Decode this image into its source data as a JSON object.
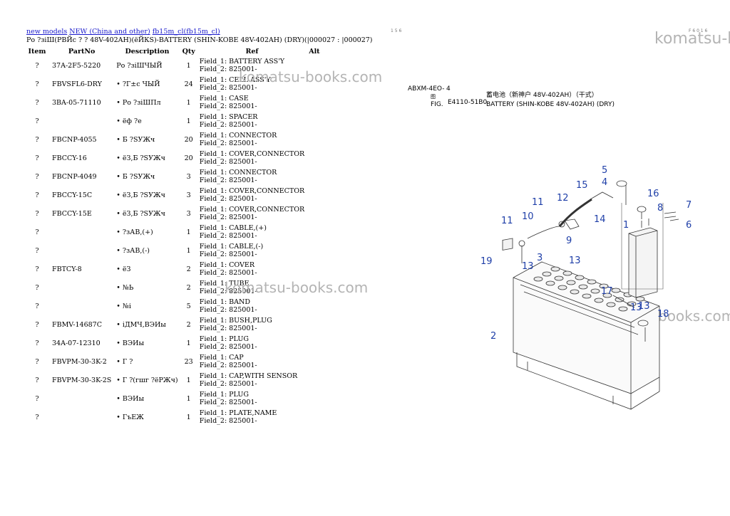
{
  "breadcrumb": {
    "items": [
      "new models",
      "NEW (China and other)",
      "fb15m_cl(fb15m_cl)"
    ]
  },
  "page_title": "Ро ?зіШ(РВЙс ? ? 48V-402AH)(ёЙКS)-BATTERY (SHIN-KOBE 48V-402AH) (DRY)(|000027 : |000027)",
  "header_marks": {
    "center": "1 5 6",
    "right": "F 6 0 1 6"
  },
  "table": {
    "columns": [
      "Item",
      "PartNo",
      "Description",
      "Qty",
      "Ref",
      "Alt"
    ],
    "rows": [
      {
        "item": "?",
        "partno": "37A-2F5-5220",
        "desc": "Ро ?зіШЧЫЙ",
        "qty": "1",
        "f1": "Field_1: BATTERY ASS'Y",
        "f2": "Field_2: 825001-"
      },
      {
        "item": "?",
        "partno": "FBVSFL6-DRY",
        "desc": "• ?Г±с ЧЫЙ",
        "qty": "24",
        "f1": "Field_1: CELL ASS'Y",
        "f2": "Field_2: 825001-"
      },
      {
        "item": "?",
        "partno": "3BA-05-71110",
        "desc": "• Ро ?зіШПл",
        "qty": "1",
        "f1": "Field_1: CASE",
        "f2": "Field_2: 825001-"
      },
      {
        "item": "?",
        "partno": "",
        "desc": "• ёф ?е",
        "qty": "1",
        "f1": "Field_1: SPACER",
        "f2": "Field_2: 825001-"
      },
      {
        "item": "?",
        "partno": "FBCNP-4055",
        "desc": "• Б ?SУЖч",
        "qty": "20",
        "f1": "Field_1: CONNECTOR",
        "f2": "Field_2: 825001-"
      },
      {
        "item": "?",
        "partno": "FBCCY-16",
        "desc": "• ёЗ,Б ?SУЖч",
        "qty": "20",
        "f1": "Field_1: COVER,CONNECTOR",
        "f2": "Field_2: 825001-"
      },
      {
        "item": "?",
        "partno": "FBCNP-4049",
        "desc": "• Б ?SУЖч",
        "qty": "3",
        "f1": "Field_1: CONNECTOR",
        "f2": "Field_2: 825001-"
      },
      {
        "item": "?",
        "partno": "FBCCY-15C",
        "desc": "• ёЗ,Б ?SУЖч",
        "qty": "3",
        "f1": "Field_1: COVER,CONNECTOR",
        "f2": "Field_2: 825001-"
      },
      {
        "item": "?",
        "partno": "FBCCY-15E",
        "desc": "• ёЗ,Б ?SУЖч",
        "qty": "3",
        "f1": "Field_1: COVER,CONNECTOR",
        "f2": "Field_2: 825001-"
      },
      {
        "item": "?",
        "partno": "",
        "desc": "• ?зАВ,(+)",
        "qty": "1",
        "f1": "Field_1: CABLE,(+)",
        "f2": "Field_2: 825001-"
      },
      {
        "item": "?",
        "partno": "",
        "desc": "• ?зАВ,(-)",
        "qty": "1",
        "f1": "Field_1: CABLE,(-)",
        "f2": "Field_2: 825001-"
      },
      {
        "item": "?",
        "partno": "FBTCY-8",
        "desc": "• ёЗ",
        "qty": "2",
        "f1": "Field_1: COVER",
        "f2": "Field_2: 825001-"
      },
      {
        "item": "?",
        "partno": "",
        "desc": "• №Ь",
        "qty": "2",
        "f1": "Field_1: TUBE",
        "f2": "Field_2: 825001-"
      },
      {
        "item": "?",
        "partno": "",
        "desc": "• №і",
        "qty": "5",
        "f1": "Field_1: BAND",
        "f2": "Field_2: 825001-"
      },
      {
        "item": "?",
        "partno": "FBMV-14687C",
        "desc": "• іДМЧ,ВЭИы",
        "qty": "2",
        "f1": "Field_1: BUSH,PLUG",
        "f2": "Field_2: 825001-"
      },
      {
        "item": "?",
        "partno": "34A-07-12310",
        "desc": "• ВЭИы",
        "qty": "1",
        "f1": "Field_1: PLUG",
        "f2": "Field_2: 825001-"
      },
      {
        "item": "?",
        "partno": "FBVPM-30-3K-2",
        "desc": "• Г ?",
        "qty": "23",
        "f1": "Field_1: CAP",
        "f2": "Field_2: 825001-"
      },
      {
        "item": "?",
        "partno": "FBVPM-30-3K-2S",
        "desc": "• Г ?(гшг ?ёРЖч)",
        "qty": "1",
        "f1": "Field_1: CAP,WITH SENSOR",
        "f2": "Field_2: 825001-"
      },
      {
        "item": "?",
        "partno": "",
        "desc": "• ВЭИы",
        "qty": "1",
        "f1": "Field_1: PLUG",
        "f2": "Field_2: 825001-"
      },
      {
        "item": "?",
        "partno": "",
        "desc": "• ГъЕЖ",
        "qty": "1",
        "f1": "Field_1: PLATE,NAME",
        "f2": "Field_2: 825001-"
      }
    ]
  },
  "diagram": {
    "model_label": "ABXM-4EO-",
    "model_no": "4",
    "fig_label": "FIG.",
    "fig_small": "图",
    "fig_no": "E4110-51B0",
    "title_cn": "蓄电池（新神户 48V-402AH）（干式）",
    "title_en": "BATTERY (SHIN-KOBE 48V-402AH) (DRY)",
    "callouts": [
      "1",
      "2",
      "3",
      "4",
      "5",
      "6",
      "7",
      "8",
      "9",
      "10",
      "11",
      "11",
      "12",
      "13",
      "13",
      "13",
      "13",
      "14",
      "15",
      "16",
      "17",
      "18",
      "19"
    ],
    "callout_color": "#1f3fa8"
  },
  "watermark": {
    "text": "komatsu-books.com",
    "top_right": "komatsu-b"
  }
}
